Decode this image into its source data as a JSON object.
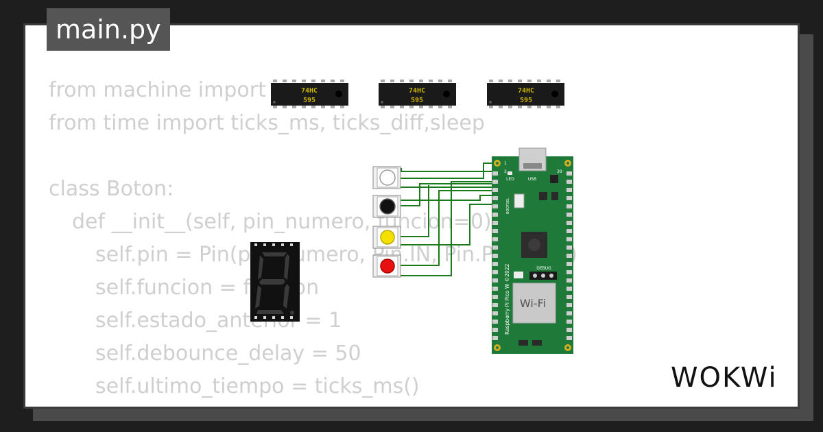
{
  "tab": {
    "title": "main.py"
  },
  "code_lines": [
    "from machine import Pin",
    "from time import ticks_ms, ticks_diff,sleep",
    "",
    "class Boton:",
    "def __init__(self, pin_numero, funcion=0):",
    "self.pin = Pin(pin_numero, Pin.IN, Pin.PULL_UP)",
    "self.funcion = funcion",
    "self.estado_anterior = 1",
    "self.debounce_delay = 50",
    "self.ultimo_tiempo = ticks_ms()"
  ],
  "shift_registers": [
    {
      "line1": "74HC",
      "line2": "595"
    },
    {
      "line1": "74HC",
      "line2": "595"
    },
    {
      "line1": "74HC",
      "line2": "595"
    }
  ],
  "buttons": [
    {
      "color": "#ffffff"
    },
    {
      "color": "#111111"
    },
    {
      "color": "#f5e000"
    },
    {
      "color": "#e81010"
    }
  ],
  "pico": {
    "usb": "USB",
    "led": "LED",
    "bootsel": "BOOTSEL",
    "debug": "DEBUG",
    "wifi": "Wi-Fi",
    "name": "Raspberry Pi Pico W ©2022",
    "pin1": "1",
    "pin2": "2",
    "pin39": "39"
  },
  "colors": {
    "wire": "#1a7a1a",
    "board": "#1f7a3a",
    "code_text": "#cfcfcf",
    "display": "#111111"
  },
  "logo": "WOKWi"
}
